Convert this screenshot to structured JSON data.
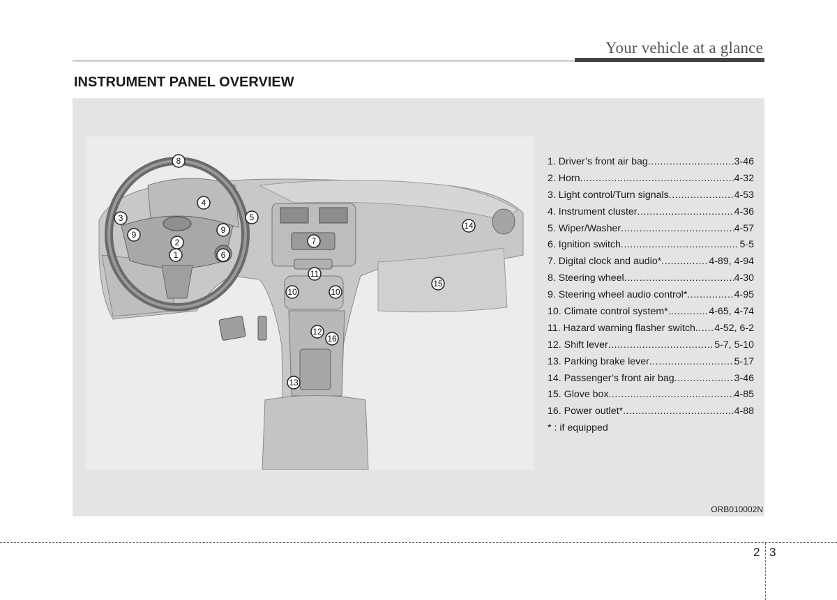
{
  "header": {
    "section_title": "Your vehicle at a glance"
  },
  "page_heading": "INSTRUMENT PANEL OVERVIEW",
  "legend": {
    "items": [
      {
        "name": "1. Driver’s front air bag",
        "page": "3-46"
      },
      {
        "name": "2. Horn ",
        "page": "4-32"
      },
      {
        "name": "3. Light control/Turn signals ",
        "page": "4-53"
      },
      {
        "name": "4. Instrument cluster",
        "page": "4-36"
      },
      {
        "name": "5. Wiper/Washer",
        "page": "4-57"
      },
      {
        "name": "6. Ignition switch",
        "page": "5-5"
      },
      {
        "name": "7. Digital clock and audio* ",
        "page": "4-89, 4-94"
      },
      {
        "name": "8. Steering wheel ",
        "page": "4-30"
      },
      {
        "name": "9. Steering wheel audio control* ",
        "page": "4-95"
      },
      {
        "name": "10. Climate control system* ",
        "page": "4-65, 4-74"
      },
      {
        "name": "11. Hazard warning flasher switch",
        "page": "4-52, 6-2"
      },
      {
        "name": "12. Shift lever ",
        "page": "5-7, 5-10"
      },
      {
        "name": "13. Parking brake lever ",
        "page": "5-17"
      },
      {
        "name": "14. Passenger’s front air bag ",
        "page": "3-46"
      },
      {
        "name": "15. Glove box ",
        "page": "4-85"
      },
      {
        "name": "16. Power outlet*",
        "page": "4-88"
      }
    ],
    "footnote": "* : if equipped"
  },
  "callouts": [
    "1",
    "2",
    "3",
    "4",
    "5",
    "6",
    "7",
    "8",
    "9",
    "9",
    "10",
    "10",
    "11",
    "12",
    "13",
    "14",
    "15",
    "16"
  ],
  "figure_code": "ORB010002N",
  "footer": {
    "chapter": "2",
    "page": "3"
  }
}
